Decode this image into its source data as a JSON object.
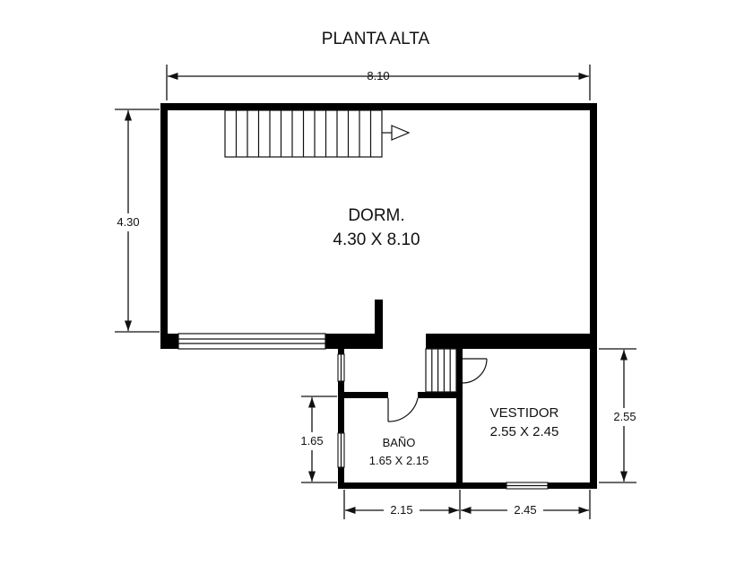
{
  "title": "PLANTA ALTA",
  "rooms": {
    "dorm": {
      "name": "DORM.",
      "size": "4.30 X 8.10"
    },
    "vestidor": {
      "name": "VESTIDOR",
      "size": "2.55 X 2.45"
    },
    "bano": {
      "name": "BAÑO",
      "size": "1.65 X 2.15"
    }
  },
  "dimensions": {
    "top_width": "8.10",
    "left_height": "4.30",
    "right_height": "2.55",
    "bano_height": "1.65",
    "bottom_bano_width": "2.15",
    "bottom_vestidor_width": "2.45"
  }
}
